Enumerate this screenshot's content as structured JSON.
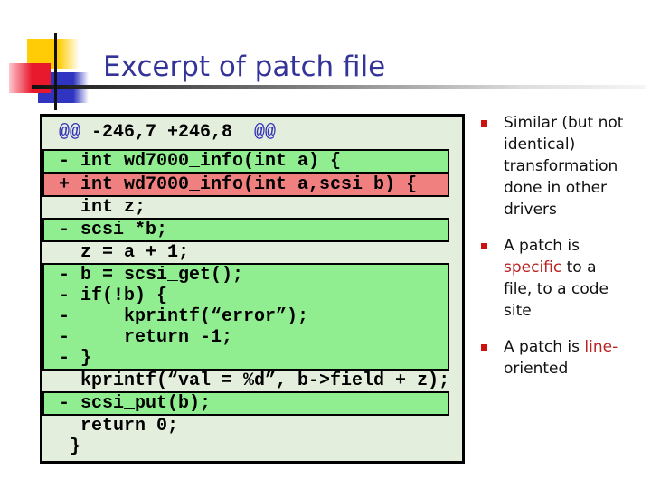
{
  "slide": {
    "title": "Excerpt of patch file"
  },
  "colors": {
    "title": "#333399",
    "box_bg": "#e4eedd",
    "green_hl": "#90ee90",
    "red_hl": "#f08080",
    "border": "#000000",
    "at_blue": "#3333bb",
    "bullet_red": "#cc1111",
    "em_red": "#bb2222",
    "logo_yellow": "#ffcc05",
    "logo_red": "#e8192d",
    "logo_blue": "#2f35c0"
  },
  "code_block": {
    "header": {
      "at_left": "@@",
      "range": " -246,7 +246,8  ",
      "at_right": "@@"
    },
    "lines": [
      {
        "text": "- int wd7000_info(int a) {",
        "hl": "green",
        "block": "b1"
      },
      {
        "text": "+ int wd7000_info(int a,scsi b) {",
        "hl": "red",
        "block": "b1"
      },
      {
        "text": "  int z;",
        "hl": null,
        "block": null
      },
      {
        "text": "- scsi *b;",
        "hl": "green",
        "block": "b2"
      },
      {
        "text": "  z = a + 1;",
        "hl": null,
        "block": null
      },
      {
        "text": "- b = scsi_get();",
        "hl": "green",
        "block": "b3"
      },
      {
        "text": "- if(!b) {",
        "hl": "green",
        "block": "b3"
      },
      {
        "text": "-     kprintf(“error”);",
        "hl": "green",
        "block": "b3"
      },
      {
        "text": "-     return -1;",
        "hl": "green",
        "block": "b3"
      },
      {
        "text": "- }",
        "hl": "green",
        "block": "b3"
      },
      {
        "text": "  kprintf(“val = %d”, b->field + z);",
        "hl": null,
        "block": null
      },
      {
        "text": "- scsi_put(b);",
        "hl": "green",
        "block": "b4"
      },
      {
        "text": "  return 0;",
        "hl": null,
        "block": null
      },
      {
        "text": " }",
        "hl": null,
        "block": null
      }
    ]
  },
  "bullets": [
    {
      "lines": [
        [
          {
            "t": "Similar (but not"
          }
        ],
        [
          {
            "t": "identical)"
          }
        ],
        [
          {
            "t": "transformation"
          }
        ],
        [
          {
            "t": "done in other"
          }
        ],
        [
          {
            "t": "drivers"
          }
        ]
      ]
    },
    {
      "lines": [
        [
          {
            "t": "A patch is"
          }
        ],
        [
          {
            "t": "specific",
            "red": true
          },
          {
            "t": " to a"
          }
        ],
        [
          {
            "t": "file, to a code"
          }
        ],
        [
          {
            "t": "site"
          }
        ]
      ]
    },
    {
      "lines": [
        [
          {
            "t": "A patch is "
          },
          {
            "t": "line-",
            "red": true
          }
        ],
        [
          {
            "t": "oriented"
          }
        ]
      ]
    }
  ]
}
